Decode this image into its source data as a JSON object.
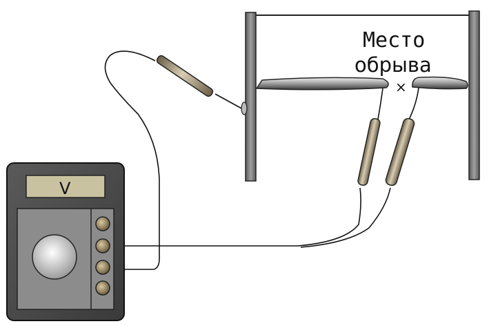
{
  "diagram": {
    "voltmeter_symbol": "V",
    "break_label_line1": "Место",
    "break_label_line2": "обрыва",
    "break_marker": "×"
  },
  "colors": {
    "meter_body": "#4a4a4a",
    "meter_panel": "#8c8c8c",
    "display_bg": "#c9c2a0",
    "knob": "#9a8b6a",
    "probe": "#a69a82",
    "frame": "#6e6e6e"
  }
}
